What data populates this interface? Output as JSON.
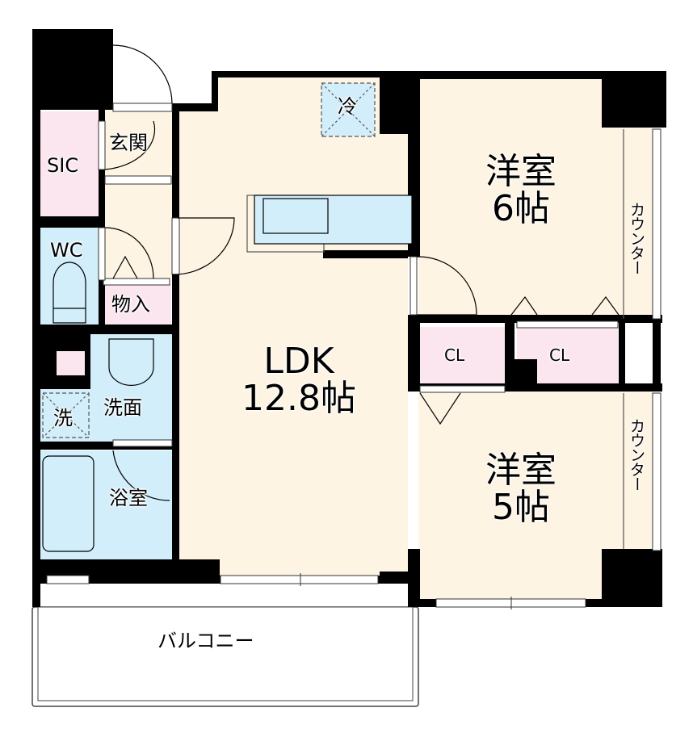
{
  "floor_plan": {
    "colors": {
      "wall": "#000000",
      "living_floor": "#fdf4e3",
      "wet_area": "#d2eefa",
      "storage": "#fbe6ef",
      "balcony": "#ffffff"
    },
    "rooms": {
      "ldk": {
        "name": "LDK",
        "size": "12.8帖"
      },
      "western_room_1": {
        "name": "洋室",
        "size": "6帖"
      },
      "western_room_2": {
        "name": "洋室",
        "size": "5帖"
      },
      "entrance": {
        "name": "玄関"
      },
      "sic": {
        "name": "SIC"
      },
      "wc": {
        "name": "WC"
      },
      "storage": {
        "name": "物入"
      },
      "washroom": {
        "name": "洗面"
      },
      "washer": {
        "name": "洗"
      },
      "bathroom": {
        "name": "浴室"
      },
      "fridge": {
        "name": "冷"
      },
      "closet_1": {
        "name": "CL"
      },
      "closet_2": {
        "name": "CL"
      },
      "counter_1": {
        "name": "カウンター"
      },
      "counter_2": {
        "name": "カウンター"
      },
      "balcony": {
        "name": "バルコニー"
      }
    }
  }
}
